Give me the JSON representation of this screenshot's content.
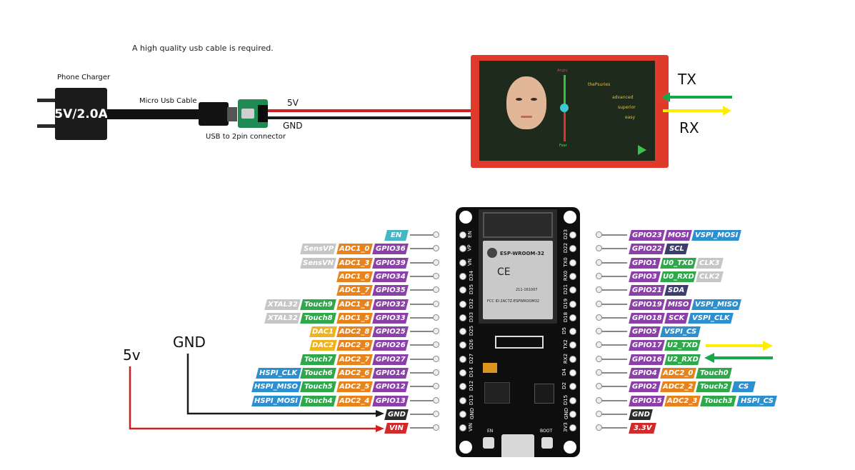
{
  "top": {
    "note": "A high quality usb cable is required.",
    "charger_title": "Phone Charger",
    "charger_text": "5V/2.0A",
    "cable_label": "Micro Usb Cable",
    "connector_label": "USB to 2pin connector",
    "wire_5v": "5V",
    "wire_gnd": "GND",
    "tx_label": "TX",
    "rx_label": "RX",
    "screen_texts": [
      "thePsuries",
      "advanced",
      "superior",
      "easy"
    ],
    "slider_top": "Angry",
    "slider_bottom": "Fear"
  },
  "bottom": {
    "gnd_label": "GND",
    "vin_label": "5v",
    "module_text": "ESP-WROOM-32",
    "module_fcc": "FCC ID:2AC7Z-ESPWROOM32",
    "module_code": "211-161007",
    "btn_en": "EN",
    "btn_boot": "BOOT",
    "left_rows": [
      [
        {
          "t": "EN",
          "c": "teal"
        }
      ],
      [
        {
          "t": "SensVP",
          "c": "gray"
        },
        {
          "t": "ADC1_0",
          "c": "orange"
        },
        {
          "t": "GPIO36",
          "c": "purple"
        }
      ],
      [
        {
          "t": "SensVN",
          "c": "gray"
        },
        {
          "t": "ADC1_3",
          "c": "orange"
        },
        {
          "t": "GPIO39",
          "c": "purple"
        }
      ],
      [
        {
          "t": "ADC1_6",
          "c": "orange"
        },
        {
          "t": "GPIO34",
          "c": "purple"
        }
      ],
      [
        {
          "t": "ADC1_7",
          "c": "orange"
        },
        {
          "t": "GPIO35",
          "c": "purple"
        }
      ],
      [
        {
          "t": "XTAL32",
          "c": "gray"
        },
        {
          "t": "Touch9",
          "c": "green"
        },
        {
          "t": "ADC1_4",
          "c": "orange"
        },
        {
          "t": "GPIO32",
          "c": "purple"
        }
      ],
      [
        {
          "t": "XTAL32",
          "c": "gray"
        },
        {
          "t": "Touch8",
          "c": "green"
        },
        {
          "t": "ADC1_5",
          "c": "orange"
        },
        {
          "t": "GPIO33",
          "c": "purple"
        }
      ],
      [
        {
          "t": "DAC1",
          "c": "yellow"
        },
        {
          "t": "ADC2_8",
          "c": "orange"
        },
        {
          "t": "GPIO25",
          "c": "purple"
        }
      ],
      [
        {
          "t": "DAC2",
          "c": "yellow"
        },
        {
          "t": "ADC2_9",
          "c": "orange"
        },
        {
          "t": "GPIO26",
          "c": "purple"
        }
      ],
      [
        {
          "t": "Touch7",
          "c": "green"
        },
        {
          "t": "ADC2_7",
          "c": "orange"
        },
        {
          "t": "GPIO27",
          "c": "purple"
        }
      ],
      [
        {
          "t": "HSPI_CLK",
          "c": "blue"
        },
        {
          "t": "Touch6",
          "c": "green"
        },
        {
          "t": "ADC2_6",
          "c": "orange"
        },
        {
          "t": "GPIO14",
          "c": "purple"
        }
      ],
      [
        {
          "t": "HSPI_MISO",
          "c": "blue"
        },
        {
          "t": "Touch5",
          "c": "green"
        },
        {
          "t": "ADC2_5",
          "c": "orange"
        },
        {
          "t": "GPIO12",
          "c": "purple"
        }
      ],
      [
        {
          "t": "HSPI_MOSI",
          "c": "blue"
        },
        {
          "t": "Touch4",
          "c": "green"
        },
        {
          "t": "ADC2_4",
          "c": "orange"
        },
        {
          "t": "GPIO13",
          "c": "purple"
        }
      ],
      [
        {
          "t": "GND",
          "c": "dark"
        }
      ],
      [
        {
          "t": "VIN",
          "c": "red"
        }
      ]
    ],
    "right_rows": [
      [
        {
          "t": "GPIO23",
          "c": "purple"
        },
        {
          "t": "MOSI",
          "c": "purple"
        },
        {
          "t": "VSPI_MOSI",
          "c": "blue"
        }
      ],
      [
        {
          "t": "GPIO22",
          "c": "purple"
        },
        {
          "t": "SCL",
          "c": "navy"
        }
      ],
      [
        {
          "t": "GPIO1",
          "c": "purple"
        },
        {
          "t": "U0_TXD",
          "c": "green"
        },
        {
          "t": "CLK3",
          "c": "gray"
        }
      ],
      [
        {
          "t": "GPIO3",
          "c": "purple"
        },
        {
          "t": "U0_RXD",
          "c": "green"
        },
        {
          "t": "CLK2",
          "c": "gray"
        }
      ],
      [
        {
          "t": "GPIO21",
          "c": "purple"
        },
        {
          "t": "SDA",
          "c": "navy"
        }
      ],
      [
        {
          "t": "GPIO19",
          "c": "purple"
        },
        {
          "t": "MISO",
          "c": "purple"
        },
        {
          "t": "VSPI_MISO",
          "c": "blue"
        }
      ],
      [
        {
          "t": "GPIO18",
          "c": "purple"
        },
        {
          "t": "SCK",
          "c": "purple"
        },
        {
          "t": "VSPI_CLK",
          "c": "blue"
        }
      ],
      [
        {
          "t": "GPIO5",
          "c": "purple"
        },
        {
          "t": "VSPI_CS",
          "c": "blue"
        }
      ],
      [
        {
          "t": "GPIO17",
          "c": "purple"
        },
        {
          "t": "U2_TXD",
          "c": "green"
        }
      ],
      [
        {
          "t": "GPIO16",
          "c": "purple"
        },
        {
          "t": "U2_RXD",
          "c": "green"
        }
      ],
      [
        {
          "t": "GPIO4",
          "c": "purple"
        },
        {
          "t": "ADC2_0",
          "c": "orange"
        },
        {
          "t": "Touch0",
          "c": "green"
        }
      ],
      [
        {
          "t": "GPIO2",
          "c": "purple"
        },
        {
          "t": "ADC2_2",
          "c": "orange"
        },
        {
          "t": "Touch2",
          "c": "green"
        },
        {
          "t": "CS",
          "c": "blue"
        }
      ],
      [
        {
          "t": "GPIO15",
          "c": "purple"
        },
        {
          "t": "ADC2_3",
          "c": "orange"
        },
        {
          "t": "Touch3",
          "c": "green"
        },
        {
          "t": "HSPI_CS",
          "c": "blue"
        }
      ],
      [
        {
          "t": "GND",
          "c": "dark"
        }
      ],
      [
        {
          "t": "3.3V",
          "c": "red"
        }
      ]
    ],
    "left_pins": [
      "EN",
      "VP",
      "VN",
      "D34",
      "D35",
      "D32",
      "D33",
      "D25",
      "D26",
      "D27",
      "D14",
      "D12",
      "D13",
      "GND",
      "VIN"
    ],
    "right_pins": [
      "D23",
      "D22",
      "TX0",
      "RX0",
      "D21",
      "D19",
      "D18",
      "D5",
      "TX2",
      "RX2",
      "D4",
      "D2",
      "D15",
      "GND",
      "3V3"
    ]
  },
  "colors": {
    "red_wire": "#d11f1f",
    "black_wire": "#1a1a1a",
    "green_arrow": "#17a84a",
    "yellow_arrow": "#ffee00",
    "display_frame": "#e03a2a"
  }
}
